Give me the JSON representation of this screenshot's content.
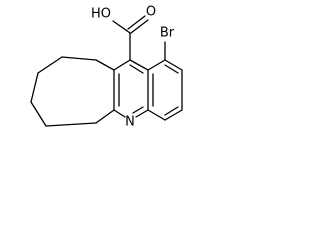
{
  "molecule": {
    "atoms": [
      {
        "id": "O1",
        "label": "O"
      },
      {
        "id": "OH",
        "label": "HO"
      },
      {
        "id": "Br",
        "label": "Br"
      },
      {
        "id": "N",
        "label": "N"
      }
    ],
    "colors": {
      "bond": "#000000",
      "label": "#000000",
      "background": "#ffffff"
    }
  }
}
